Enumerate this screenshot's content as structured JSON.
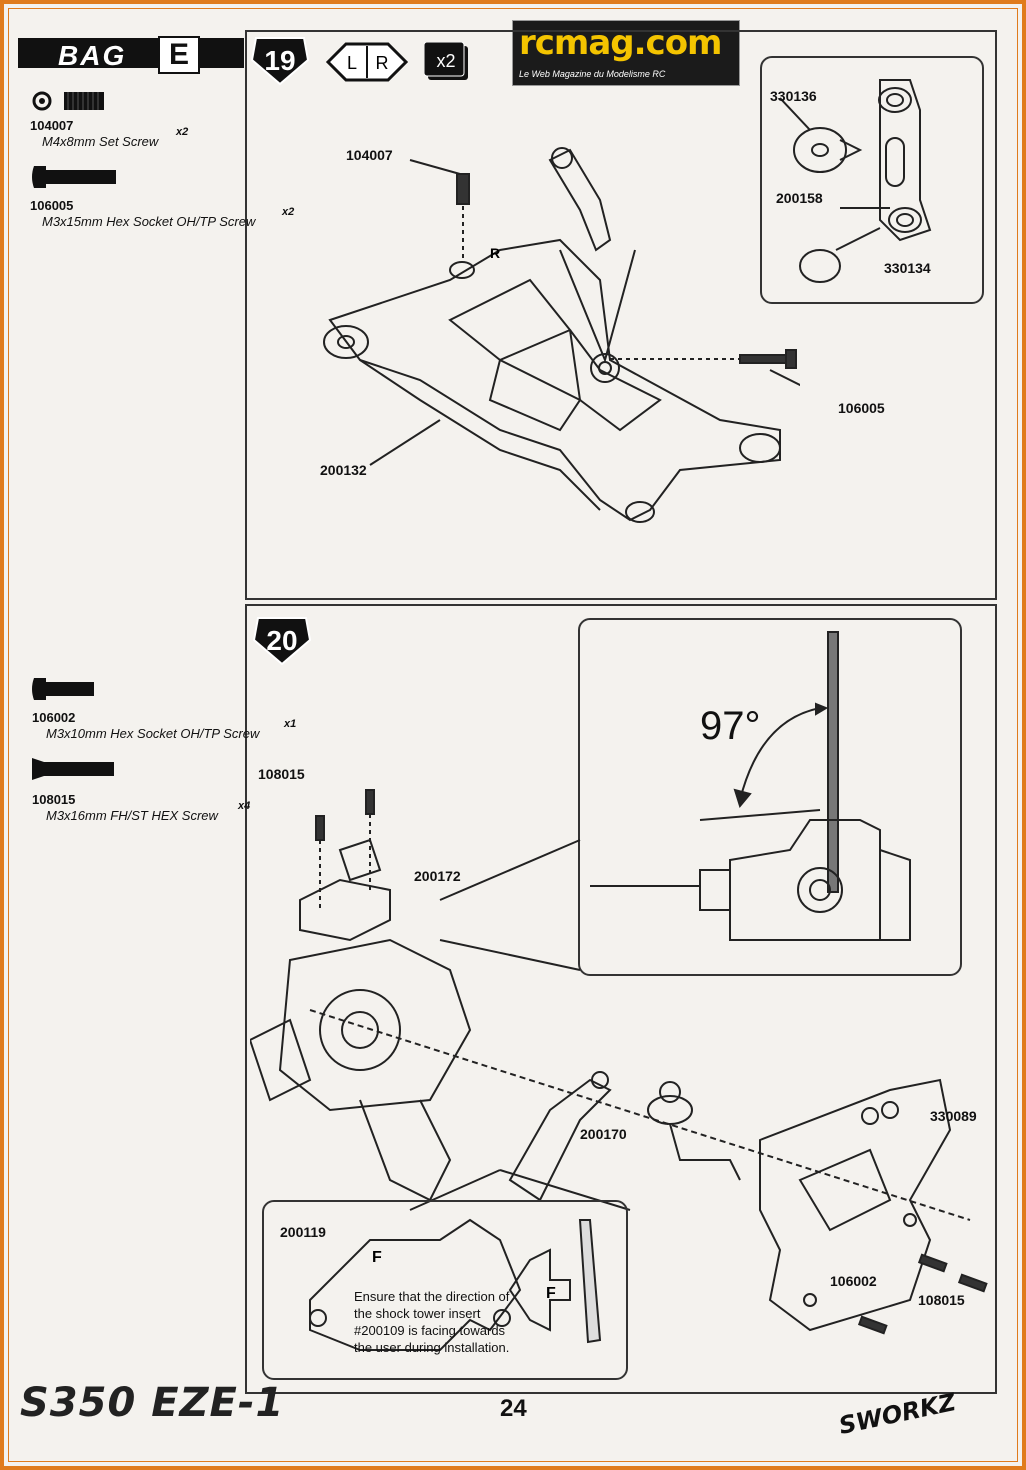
{
  "header": {
    "bag_label": "BAG",
    "bag_letter": "E",
    "site_title": "rcmag.com",
    "site_subtitle": "Le Web Magazine du Modelisme RC"
  },
  "step19": {
    "number": "19",
    "side_left": "L",
    "side_right": "R",
    "multiplier": "x2",
    "parts": [
      {
        "code": "104007",
        "name": "M4x8mm Set Screw",
        "qty": "x2"
      },
      {
        "code": "106005",
        "name": "M3x15mm Hex Socket OH/TP Screw",
        "qty": "x2"
      }
    ],
    "callouts": {
      "setscrew": "104007",
      "arm": "200132",
      "screw": "106005",
      "mount_a": "330136",
      "insert": "200158",
      "mount_b": "330134",
      "arm_mark": "R"
    }
  },
  "step20": {
    "number": "20",
    "parts": [
      {
        "code": "106002",
        "name": "M3x10mm Hex Socket OH/TP Screw",
        "qty": "x1"
      },
      {
        "code": "108015",
        "name": "M3x16mm FH/ST HEX Screw",
        "qty": "x4"
      }
    ],
    "callouts": {
      "top_screws": "108015",
      "block": "200172",
      "brace": "200170",
      "tower": "330089",
      "lower_screw": "106002",
      "lower_screws": "108015",
      "insert": "200119",
      "insert_mark": "F",
      "arrow_mark": "F"
    },
    "angle": "97°",
    "note": "Ensure that the direction of the shock tower insert #200109 is facing towards the user during installation."
  },
  "footer": {
    "page_number": "24",
    "model_logo": "S350 EZE-1",
    "brand_logo": "SWORKZ"
  }
}
